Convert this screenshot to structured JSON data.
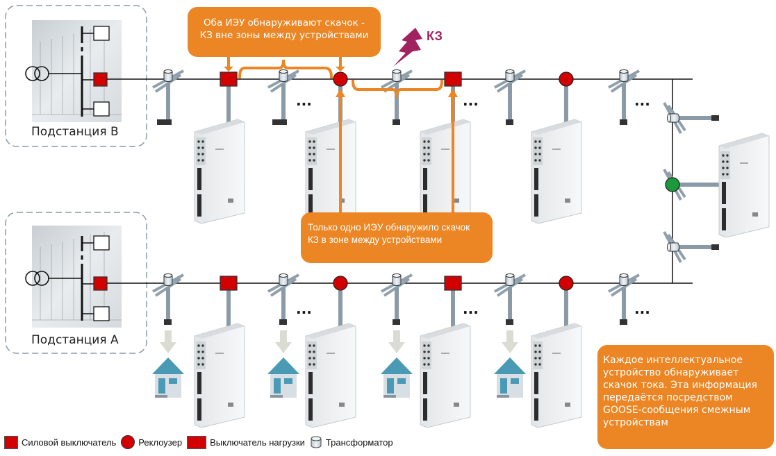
{
  "substations": [
    {
      "id": "B",
      "label": "Подстанция В"
    },
    {
      "id": "A",
      "label": "Подстанция А"
    }
  ],
  "fault": {
    "label": "КЗ"
  },
  "callouts": {
    "top": {
      "line1": "Оба ИЭУ обнаруживают скачок -",
      "line2": "КЗ вне зоны между устройствами"
    },
    "middle": {
      "line1": "Только одно ИЭУ обнаружило скачок",
      "line2": "КЗ в зоне между устройствами"
    },
    "bottom_right": {
      "lines": [
        "Каждое интеллектуальное",
        "устройство обнаруживает",
        "скачок тока. Эта информация",
        "передаётся посредством",
        "GOOSE-сообщения смежным",
        "устройствам"
      ]
    }
  },
  "ellipsis": "...",
  "legend": [
    {
      "symbol": "power-switch",
      "label": "Силовой выключатель"
    },
    {
      "symbol": "recloser",
      "label": "Реклоузер"
    },
    {
      "symbol": "load-switch",
      "label": "Выключатель нагрузки"
    },
    {
      "symbol": "transformer",
      "label": "Трансформатор"
    }
  ],
  "colors": {
    "switch_red": "#d20000",
    "recloser_green": "#1a9a3a",
    "callout_orange": "#ec8524",
    "fault_magenta": "#a0225e",
    "pole_gray": "#8a9aa6",
    "house_blue": "#4a9ab5"
  },
  "feeders": {
    "top": [
      "transformer",
      "load-switch",
      "transformer",
      "recloser",
      "transformer",
      "load-switch",
      "transformer",
      "recloser",
      "transformer"
    ],
    "bottom": [
      "transformer",
      "load-switch",
      "transformer",
      "recloser",
      "transformer",
      "load-switch",
      "transformer",
      "recloser",
      "transformer"
    ],
    "tie": [
      "transformer",
      "recloser-closed",
      "transformer"
    ]
  }
}
